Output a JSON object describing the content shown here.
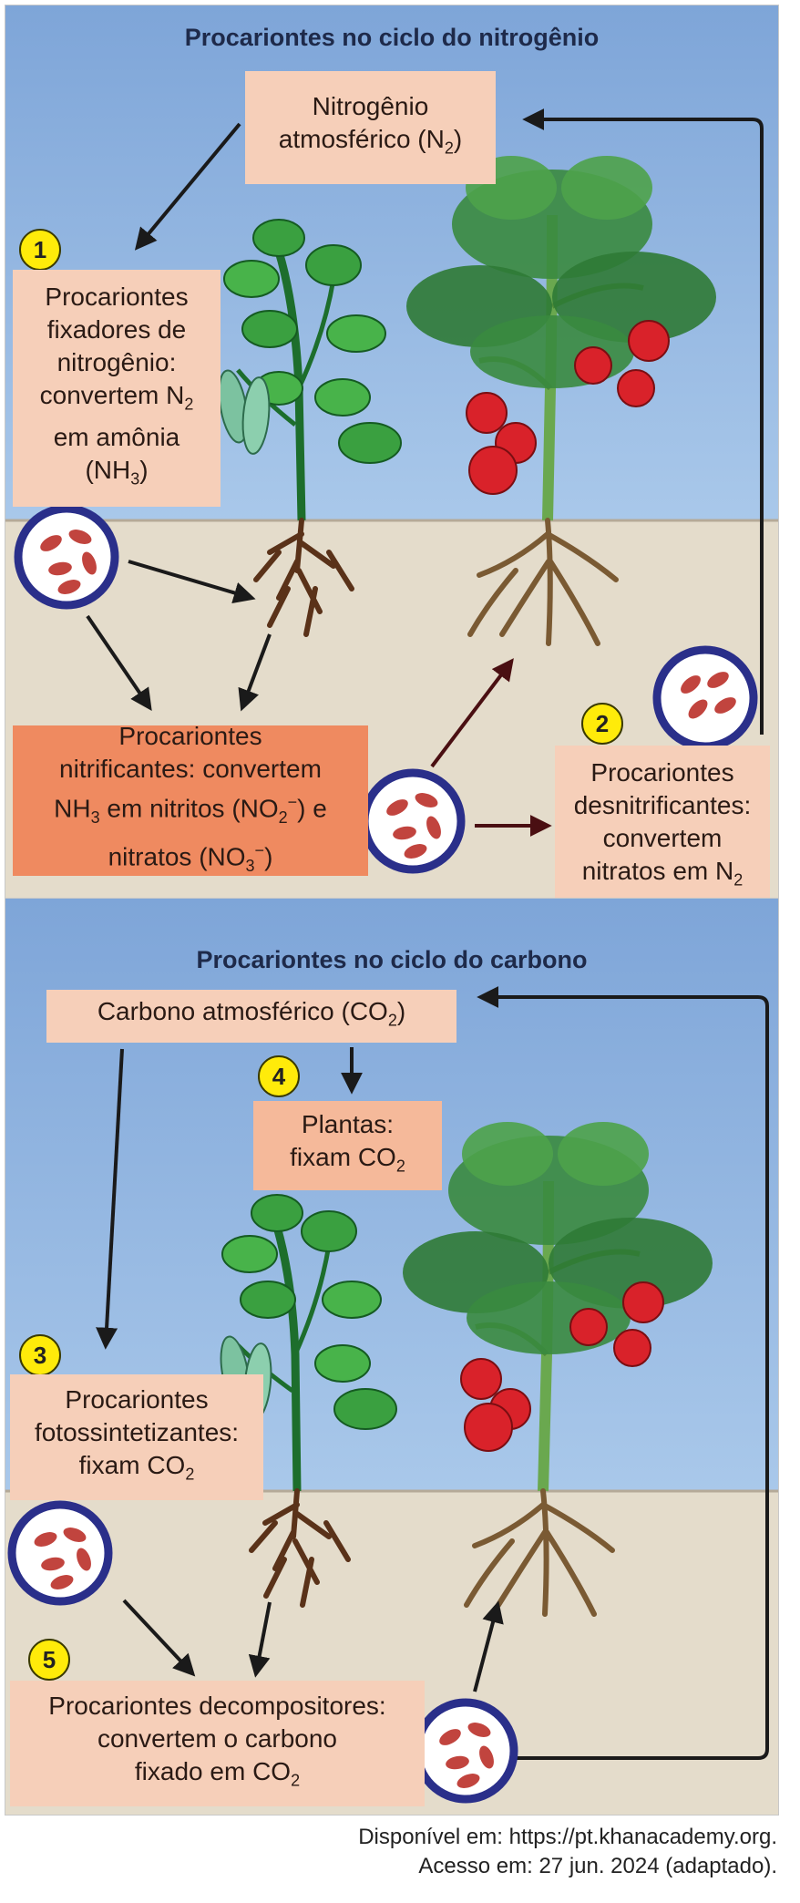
{
  "nitrogen": {
    "title": "Procariontes no ciclo do nitrogênio",
    "atmos": [
      "Nitrogênio",
      "atmosférico (N",
      "2",
      ")"
    ],
    "fixers": [
      "Procariontes",
      "fixadores de",
      "nitrogênio:",
      "convertem N",
      "2",
      "em amônia",
      "(NH",
      "3",
      ")"
    ],
    "nitrifiers": [
      "Procariontes",
      "nitrificantes: convertem",
      "NH",
      "3",
      " em nitritos (NO",
      "2",
      "−",
      ") e",
      "nitratos (NO",
      "3",
      "−",
      ")"
    ],
    "denitrifiers": [
      "Procariontes",
      "desnitrificantes:",
      "convertem",
      "nitratos em N",
      "2"
    ],
    "badges": [
      "1",
      "2"
    ]
  },
  "carbon": {
    "title": "Procariontes no ciclo do carbono",
    "atmos": [
      "Carbono atmosférico (CO",
      "2",
      ")"
    ],
    "plants": [
      "Plantas:",
      "fixam CO",
      "2"
    ],
    "photo": [
      "Procariontes",
      "fotossintetizantes:",
      "fixam CO",
      "2"
    ],
    "decomp": [
      "Procariontes decompositores:",
      "convertem o carbono",
      "fixado em CO",
      "2"
    ],
    "badges": [
      "3",
      "4",
      "5"
    ]
  },
  "credit": [
    "Disponível em: https://pt.khanacademy.org.",
    "Acesso em: 27 jun. 2024 (adaptado)."
  ],
  "colors": {
    "sky": "#8fb3de",
    "soil": "#e4dccb",
    "light_box": "#f6cfb9",
    "dark_box": "#ef8a60",
    "badge": "#ffeb0a",
    "ring": "#2a2f8a"
  }
}
